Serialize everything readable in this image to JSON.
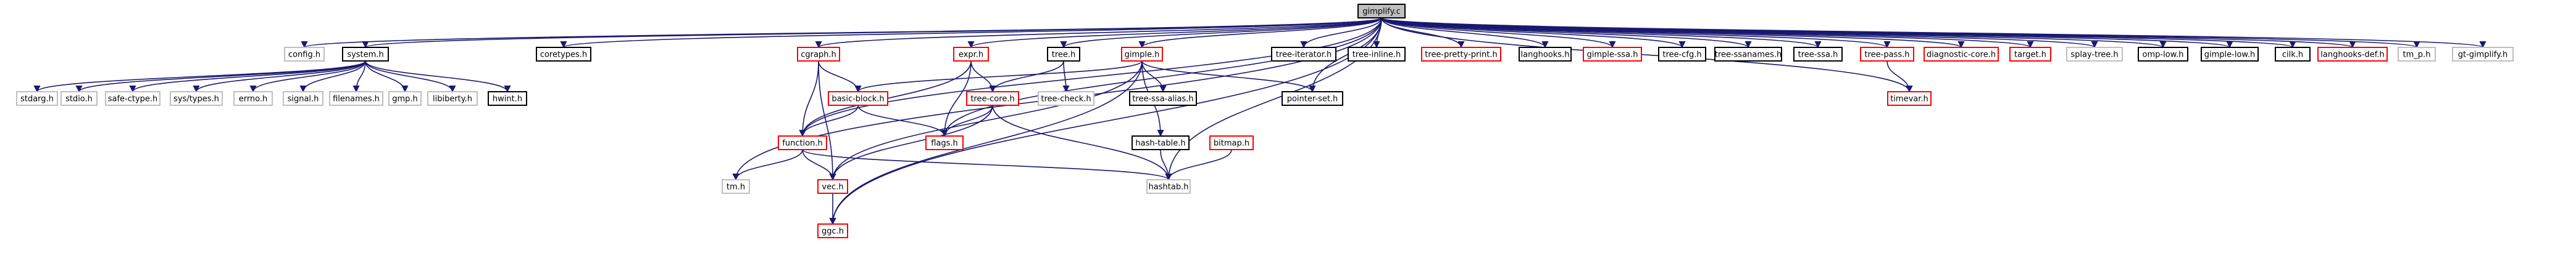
{
  "graph": {
    "nodes": [
      {
        "id": "gimplify.c",
        "label": "gimplify.c",
        "kind": "root"
      },
      {
        "id": "config.h",
        "label": "config.h",
        "kind": "plain"
      },
      {
        "id": "system.h",
        "label": "system.h",
        "kind": "black"
      },
      {
        "id": "coretypes.h",
        "label": "coretypes.h",
        "kind": "black"
      },
      {
        "id": "cgraph.h",
        "label": "cgraph.h",
        "kind": "red"
      },
      {
        "id": "expr.h",
        "label": "expr.h",
        "kind": "red"
      },
      {
        "id": "tree.h",
        "label": "tree.h",
        "kind": "black"
      },
      {
        "id": "gimple.h",
        "label": "gimple.h",
        "kind": "red"
      },
      {
        "id": "tree-iterator.h",
        "label": "tree-iterator.h",
        "kind": "black"
      },
      {
        "id": "tree-inline.h",
        "label": "tree-inline.h",
        "kind": "black"
      },
      {
        "id": "tree-pretty-print.h",
        "label": "tree-pretty-print.h",
        "kind": "red"
      },
      {
        "id": "langhooks.h",
        "label": "langhooks.h",
        "kind": "black"
      },
      {
        "id": "gimple-ssa.h",
        "label": "gimple-ssa.h",
        "kind": "red"
      },
      {
        "id": "tree-cfg.h",
        "label": "tree-cfg.h",
        "kind": "black"
      },
      {
        "id": "tree-ssanames.h",
        "label": "tree-ssanames.h",
        "kind": "black"
      },
      {
        "id": "tree-ssa.h",
        "label": "tree-ssa.h",
        "kind": "black"
      },
      {
        "id": "tree-pass.h",
        "label": "tree-pass.h",
        "kind": "red"
      },
      {
        "id": "diagnostic-core.h",
        "label": "diagnostic-core.h",
        "kind": "red"
      },
      {
        "id": "target.h",
        "label": "target.h",
        "kind": "red"
      },
      {
        "id": "splay-tree.h",
        "label": "splay-tree.h",
        "kind": "plain"
      },
      {
        "id": "omp-low.h",
        "label": "omp-low.h",
        "kind": "black"
      },
      {
        "id": "gimple-low.h",
        "label": "gimple-low.h",
        "kind": "black"
      },
      {
        "id": "cilk.h",
        "label": "cilk.h",
        "kind": "black"
      },
      {
        "id": "langhooks-def.h",
        "label": "langhooks-def.h",
        "kind": "red"
      },
      {
        "id": "tm_p.h",
        "label": "tm_p.h",
        "kind": "plain"
      },
      {
        "id": "gt-gimplify.h",
        "label": "gt-gimplify.h",
        "kind": "plain"
      },
      {
        "id": "stdarg.h",
        "label": "stdarg.h",
        "kind": "plain"
      },
      {
        "id": "stdio.h",
        "label": "stdio.h",
        "kind": "plain"
      },
      {
        "id": "safe-ctype.h",
        "label": "safe-ctype.h",
        "kind": "plain"
      },
      {
        "id": "sys/types.h",
        "label": "sys/types.h",
        "kind": "plain"
      },
      {
        "id": "errno.h",
        "label": "errno.h",
        "kind": "plain"
      },
      {
        "id": "signal.h",
        "label": "signal.h",
        "kind": "plain"
      },
      {
        "id": "filenames.h",
        "label": "filenames.h",
        "kind": "plain"
      },
      {
        "id": "gmp.h",
        "label": "gmp.h",
        "kind": "plain"
      },
      {
        "id": "libiberty.h",
        "label": "libiberty.h",
        "kind": "plain"
      },
      {
        "id": "hwint.h",
        "label": "hwint.h",
        "kind": "black"
      },
      {
        "id": "basic-block.h",
        "label": "basic-block.h",
        "kind": "red"
      },
      {
        "id": "tree-core.h",
        "label": "tree-core.h",
        "kind": "red"
      },
      {
        "id": "tree-check.h",
        "label": "tree-check.h",
        "kind": "plain"
      },
      {
        "id": "tree-ssa-alias.h",
        "label": "tree-ssa-alias.h",
        "kind": "black"
      },
      {
        "id": "pointer-set.h",
        "label": "pointer-set.h",
        "kind": "black"
      },
      {
        "id": "timevar.h",
        "label": "timevar.h",
        "kind": "red"
      },
      {
        "id": "function.h",
        "label": "function.h",
        "kind": "red"
      },
      {
        "id": "flags.h",
        "label": "flags.h",
        "kind": "red"
      },
      {
        "id": "hash-table.h",
        "label": "hash-table.h",
        "kind": "black"
      },
      {
        "id": "bitmap.h",
        "label": "bitmap.h",
        "kind": "red"
      },
      {
        "id": "tm.h",
        "label": "tm.h",
        "kind": "plain"
      },
      {
        "id": "vec.h",
        "label": "vec.h",
        "kind": "red"
      },
      {
        "id": "hashtab.h",
        "label": "hashtab.h",
        "kind": "plain"
      },
      {
        "id": "ggc.h",
        "label": "ggc.h",
        "kind": "red"
      }
    ],
    "edges": [
      [
        "gimplify.c",
        "config.h"
      ],
      [
        "gimplify.c",
        "system.h"
      ],
      [
        "gimplify.c",
        "coretypes.h"
      ],
      [
        "gimplify.c",
        "cgraph.h"
      ],
      [
        "gimplify.c",
        "expr.h"
      ],
      [
        "gimplify.c",
        "tree.h"
      ],
      [
        "gimplify.c",
        "gimple.h"
      ],
      [
        "gimplify.c",
        "tree-iterator.h"
      ],
      [
        "gimplify.c",
        "tree-inline.h"
      ],
      [
        "gimplify.c",
        "tree-pretty-print.h"
      ],
      [
        "gimplify.c",
        "langhooks.h"
      ],
      [
        "gimplify.c",
        "gimple-ssa.h"
      ],
      [
        "gimplify.c",
        "tree-cfg.h"
      ],
      [
        "gimplify.c",
        "tree-ssanames.h"
      ],
      [
        "gimplify.c",
        "tree-ssa.h"
      ],
      [
        "gimplify.c",
        "tree-pass.h"
      ],
      [
        "gimplify.c",
        "diagnostic-core.h"
      ],
      [
        "gimplify.c",
        "target.h"
      ],
      [
        "gimplify.c",
        "splay-tree.h"
      ],
      [
        "gimplify.c",
        "omp-low.h"
      ],
      [
        "gimplify.c",
        "gimple-low.h"
      ],
      [
        "gimplify.c",
        "cilk.h"
      ],
      [
        "gimplify.c",
        "langhooks-def.h"
      ],
      [
        "gimplify.c",
        "tm_p.h"
      ],
      [
        "gimplify.c",
        "gt-gimplify.h"
      ],
      [
        "gimplify.c",
        "tm.h"
      ],
      [
        "gimplify.c",
        "function.h"
      ],
      [
        "gimplify.c",
        "flags.h"
      ],
      [
        "gimplify.c",
        "pointer-set.h"
      ],
      [
        "gimplify.c",
        "hashtab.h"
      ],
      [
        "gimplify.c",
        "ggc.h"
      ],
      [
        "gimplify.c",
        "timevar.h"
      ],
      [
        "system.h",
        "stdarg.h"
      ],
      [
        "system.h",
        "stdio.h"
      ],
      [
        "system.h",
        "safe-ctype.h"
      ],
      [
        "system.h",
        "sys/types.h"
      ],
      [
        "system.h",
        "errno.h"
      ],
      [
        "system.h",
        "signal.h"
      ],
      [
        "system.h",
        "filenames.h"
      ],
      [
        "system.h",
        "gmp.h"
      ],
      [
        "system.h",
        "libiberty.h"
      ],
      [
        "system.h",
        "hwint.h"
      ],
      [
        "cgraph.h",
        "basic-block.h"
      ],
      [
        "cgraph.h",
        "function.h"
      ],
      [
        "cgraph.h",
        "vec.h"
      ],
      [
        "expr.h",
        "function.h"
      ],
      [
        "expr.h",
        "tree-core.h"
      ],
      [
        "expr.h",
        "flags.h"
      ],
      [
        "tree.h",
        "tree-core.h"
      ],
      [
        "tree.h",
        "tree-check.h"
      ],
      [
        "gimple.h",
        "basic-block.h"
      ],
      [
        "gimple.h",
        "tree-ssa-alias.h"
      ],
      [
        "gimple.h",
        "pointer-set.h"
      ],
      [
        "gimple.h",
        "hash-table.h"
      ],
      [
        "gimple.h",
        "vec.h"
      ],
      [
        "gimple.h",
        "ggc.h"
      ],
      [
        "tree-pass.h",
        "timevar.h"
      ],
      [
        "basic-block.h",
        "function.h"
      ],
      [
        "basic-block.h",
        "flags.h"
      ],
      [
        "tree-core.h",
        "flags.h"
      ],
      [
        "tree-core.h",
        "vec.h"
      ],
      [
        "tree-core.h",
        "hashtab.h"
      ],
      [
        "function.h",
        "tm.h"
      ],
      [
        "function.h",
        "vec.h"
      ],
      [
        "function.h",
        "hashtab.h"
      ],
      [
        "hash-table.h",
        "hashtab.h"
      ],
      [
        "bitmap.h",
        "hashtab.h"
      ],
      [
        "vec.h",
        "ggc.h"
      ]
    ]
  },
  "colors": {
    "root_fill": "#bfbfbf",
    "red_border": "#ff0000",
    "black_border": "#000000",
    "plain_border": "#bfbfbf",
    "edge": "#191970"
  }
}
